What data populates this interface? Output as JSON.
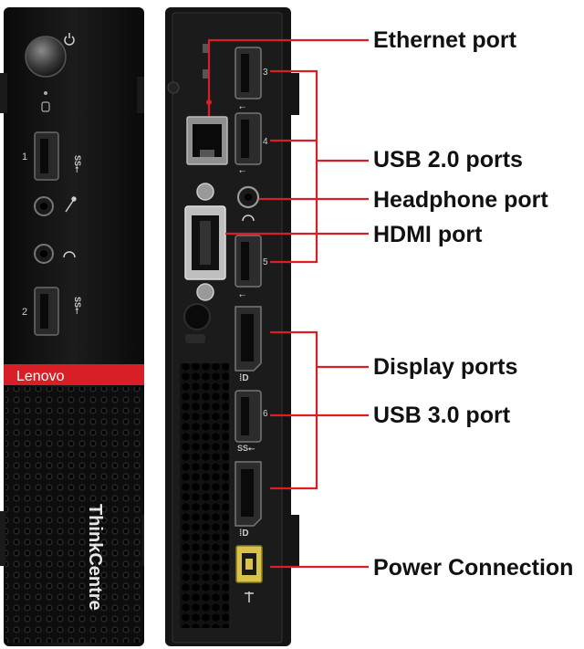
{
  "front_panel": {
    "brand": "Lenovo",
    "series": "ThinkCentre",
    "usb_port_1_number": "1",
    "usb_port_2_number": "2"
  },
  "rear_panel": {
    "usb_port_numbers": [
      "3",
      "4",
      "5",
      "6"
    ]
  },
  "callouts": {
    "ethernet": "Ethernet port",
    "usb2": "USB 2.0 ports",
    "headphone": "Headphone port",
    "hdmi": "HDMI port",
    "display": "Display ports",
    "usb3": "USB 3.0 port",
    "power": "Power Connection"
  },
  "colors": {
    "accent_red": "#d81f26",
    "case_black": "#111111",
    "label_text": "#111111"
  }
}
